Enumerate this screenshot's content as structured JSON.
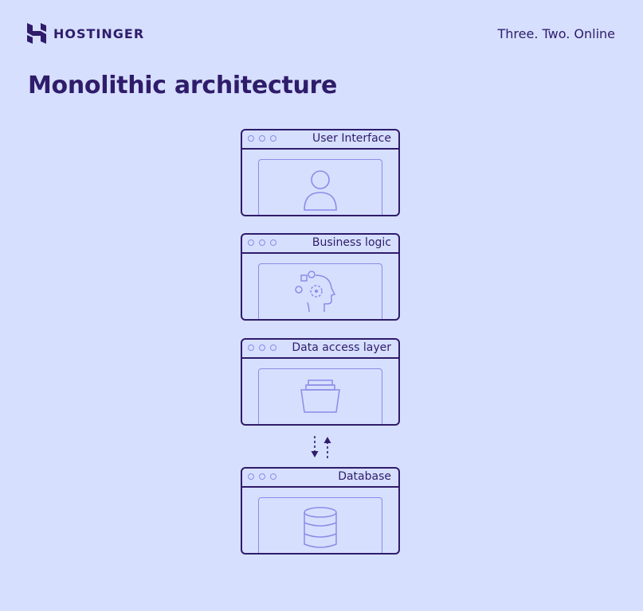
{
  "brand": {
    "name": "HOSTINGER",
    "tagline": "Three. Two. Online"
  },
  "title": "Monolithic architecture",
  "layers": [
    {
      "label": "User Interface",
      "icon": "user-icon"
    },
    {
      "label": "Business logic",
      "icon": "head-gear-icon"
    },
    {
      "label": "Data access layer",
      "icon": "folder-icon"
    },
    {
      "label": "Database",
      "icon": "database-icon"
    }
  ],
  "colors": {
    "background": "#d6dffe",
    "primary": "#2f1c6a",
    "accent": "#8b8ce8"
  }
}
